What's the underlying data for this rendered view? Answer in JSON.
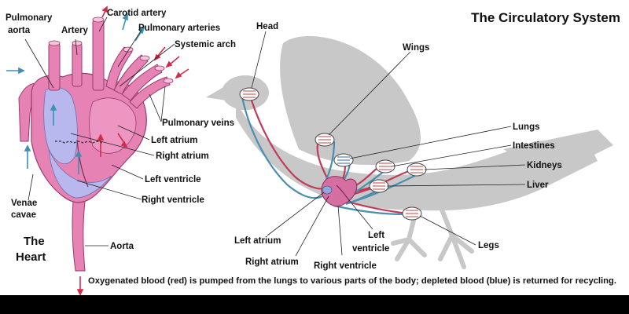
{
  "title": "The Circulatory System",
  "heart": {
    "name_line1": "The",
    "name_line2": "Heart",
    "labels": {
      "pulmonary_aorta_1": "Pulmonary",
      "pulmonary_aorta_2": "aorta",
      "artery": "Artery",
      "carotid_artery": "Carotid artery",
      "pulmonary_arteries": "Pulmonary arteries",
      "systemic_arch": "Systemic arch",
      "pulmonary_veins": "Pulmonary veins",
      "left_atrium": "Left atrium",
      "right_atrium": "Right atrium",
      "left_ventricle": "Left ventricle",
      "right_ventricle": "Right ventricle",
      "venae_cavae_1": "Venae",
      "venae_cavae_2": "cavae",
      "aorta": "Aorta"
    }
  },
  "bird": {
    "labels": {
      "head": "Head",
      "wings": "Wings",
      "lungs": "Lungs",
      "intestines": "Intestines",
      "kidneys": "Kidneys",
      "liver": "Liver",
      "legs": "Legs",
      "left_atrium": "Left atrium",
      "left_ventricle_1": "Left",
      "left_ventricle_2": "ventricle",
      "right_atrium": "Right atrium",
      "right_ventricle": "Right ventricle"
    }
  },
  "caption": "Oxygenated blood (red) is pumped from the lungs to various parts of the body; depleted blood (blue) is returned for recycling.",
  "colors": {
    "oxygenated": "#d42a4a",
    "depleted": "#3d8fb3",
    "heart_pink": "#e783b4",
    "heart_dark": "#c9508f",
    "chamber_blue": "#b9b8ee",
    "bird_silhouette": "#c9c9c9",
    "bottom_bar": "#000000"
  }
}
